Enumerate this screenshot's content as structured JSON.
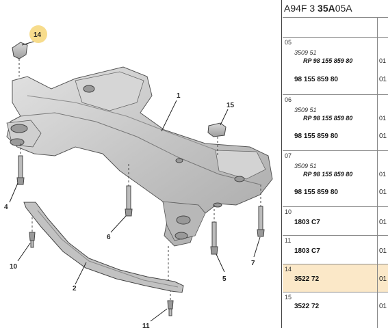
{
  "header": {
    "code_prefix": "A94F 3",
    "code_bold": "35A",
    "code_suffix": "05A"
  },
  "callouts": [
    "1",
    "2",
    "4",
    "5",
    "6",
    "7",
    "10",
    "11",
    "14",
    "15"
  ],
  "rows": [
    {
      "pos": "05",
      "ref": "3509 51",
      "rp": "RP 98 155 859 80",
      "rp_qty": "01",
      "part": "98 155 859 80",
      "qty": "01"
    },
    {
      "pos": "06",
      "ref": "3509 51",
      "rp": "RP 98 155 859 80",
      "rp_qty": "01",
      "part": "98 155 859 80",
      "qty": "01"
    },
    {
      "pos": "07",
      "ref": "3509 51",
      "rp": "RP 98 155 859 80",
      "rp_qty": "01",
      "part": "98 155 859 80",
      "qty": "01"
    },
    {
      "pos": "10",
      "part": "1803 C7",
      "qty": "01"
    },
    {
      "pos": "11",
      "part": "1803 C7",
      "qty": "01"
    },
    {
      "pos": "14",
      "part": "3522 72",
      "qty": "01",
      "highlight": true
    },
    {
      "pos": "15",
      "part": "3522 72",
      "qty": "01"
    }
  ],
  "colors": {
    "highlight": "#fbe8c8",
    "callout_badge": "#f7dc8c",
    "part_fill": "#c9c9c9"
  }
}
